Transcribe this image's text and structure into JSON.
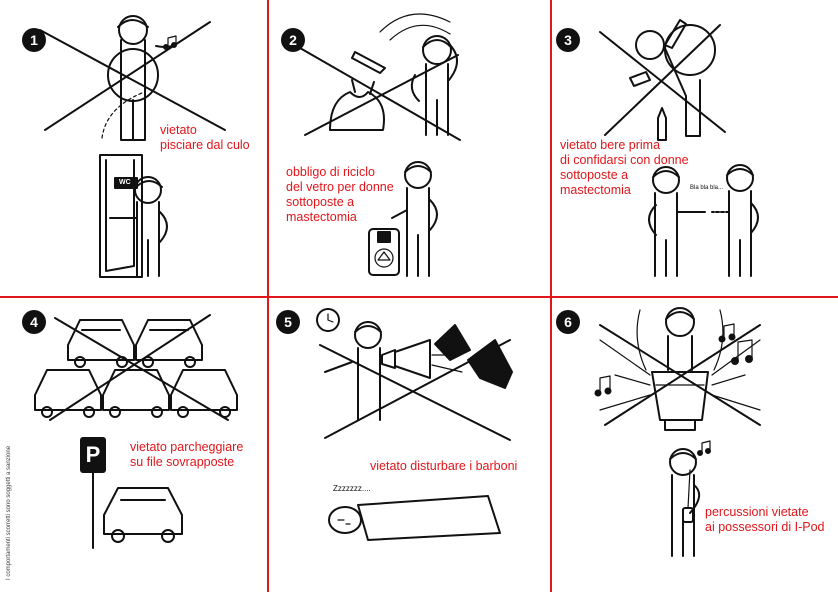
{
  "panels": [
    {
      "number": "1",
      "caption": "vietato\npisciare dal culo"
    },
    {
      "number": "2",
      "caption": "obbligo di riciclo\ndel vetro per donne\nsottoposte a\nmastectomia"
    },
    {
      "number": "3",
      "caption": "vietato bere prima\ndi confidarsi con donne\nsottoposte a\nmastectomia"
    },
    {
      "number": "4",
      "caption": "vietato parcheggiare\nsu file sovrapposte"
    },
    {
      "number": "5",
      "caption": "vietato disturbare i barboni"
    },
    {
      "number": "6",
      "caption": "percussioni vietate\nai possessori di I-Pod"
    }
  ],
  "illustration_text": {
    "wc_sign": "WC",
    "speech": "Bla bla bla...",
    "parking_sign": "P",
    "snore": "Zzzzzzz...."
  },
  "side_note": "I comportamenti scorretti sono soggetti a sanzione",
  "colors": {
    "accent": "#e0161b",
    "ink": "#111111",
    "paper": "#ffffff"
  }
}
